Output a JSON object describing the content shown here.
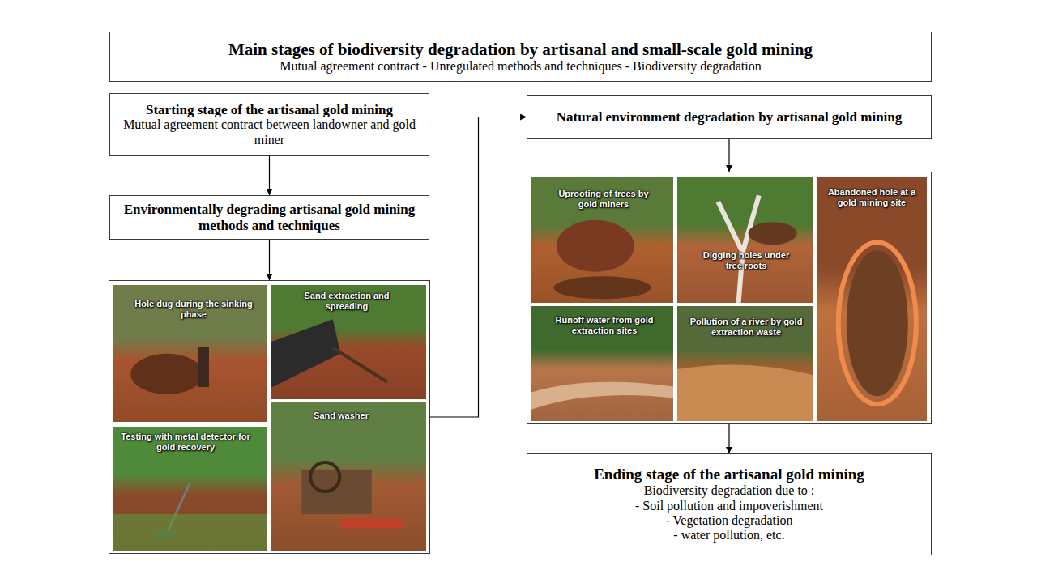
{
  "diagram": {
    "nodes": [
      {
        "text": [
          "Main stages of biodiversity degradation by artisanal and small-scale gold mining",
          "Mutual agreement contract - Unregulated methods and techniques - Biodiversity degradation"
        ]
      },
      {
        "text": [
          "Starting stage of the artisanal gold mining",
          "Mutual agreement contract between landowner and gold miner"
        ]
      },
      {
        "text": [
          "Environmentally degrading artisanal gold mining methods and techniques"
        ]
      },
      {
        "text": [
          "Hole dug during the sinking phase",
          "Sand extraction and spreading",
          "Testing with metal detector for gold recovery",
          "Sand washer"
        ]
      },
      {
        "text": [
          "Natural environment degradation by artisanal gold mining"
        ]
      },
      {
        "text": [
          "Uprooting of trees by gold miners",
          "Digging holes under tree roots",
          "Abandoned hole at a gold mining site",
          "Runoff water from gold extraction sites",
          "Pollution of a river by gold extraction waste"
        ]
      },
      {
        "text": [
          "Ending stage of the artisanal gold mining",
          "Biodiversity degradation due to :",
          "- Soil pollution and impoverishment",
          "- Vegetation degradation",
          "- water pollution, etc."
        ]
      }
    ],
    "edges": [
      {
        "from": 1,
        "to": 2,
        "arrow": "to"
      },
      {
        "from": 2,
        "to": 3,
        "arrow": "to"
      },
      {
        "from": 3,
        "to": 4,
        "arrow": "to"
      },
      {
        "from": 4,
        "to": 5,
        "arrow": "to"
      },
      {
        "from": 5,
        "to": 6,
        "arrow": "to"
      }
    ]
  }
}
